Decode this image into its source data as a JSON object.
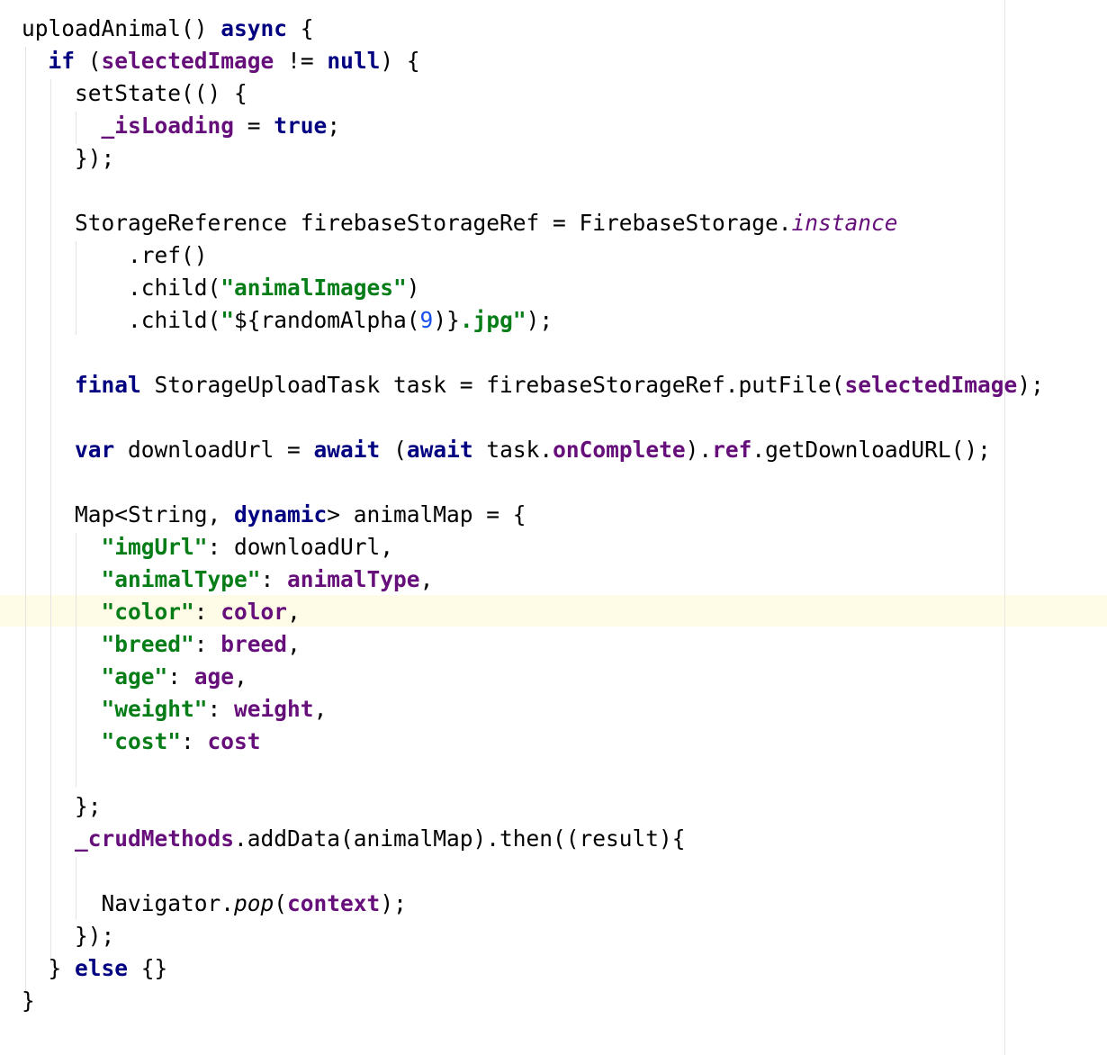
{
  "editor": {
    "lines": [
      [
        {
          "t": "uploadAnimal() "
        },
        {
          "t": "async",
          "c": "kw"
        },
        {
          "t": " {"
        }
      ],
      [
        {
          "t": "  "
        },
        {
          "t": "if",
          "c": "kw"
        },
        {
          "t": " ("
        },
        {
          "t": "selectedImage",
          "c": "fld"
        },
        {
          "t": " != "
        },
        {
          "t": "null",
          "c": "kw"
        },
        {
          "t": ") {"
        }
      ],
      [
        {
          "t": "    setState(() {"
        }
      ],
      [
        {
          "t": "      "
        },
        {
          "t": "_isLoading",
          "c": "fld"
        },
        {
          "t": " = "
        },
        {
          "t": "true",
          "c": "kw"
        },
        {
          "t": ";"
        }
      ],
      [
        {
          "t": "    });"
        }
      ],
      [],
      [
        {
          "t": "    StorageReference firebaseStorageRef = FirebaseStorage."
        },
        {
          "t": "instance",
          "c": "it"
        }
      ],
      [
        {
          "t": "        .ref()"
        }
      ],
      [
        {
          "t": "        .child("
        },
        {
          "t": "\"animalImages\"",
          "c": "str"
        },
        {
          "t": ")"
        }
      ],
      [
        {
          "t": "        .child("
        },
        {
          "t": "\"",
          "c": "str"
        },
        {
          "t": "${randomAlpha("
        },
        {
          "t": "9",
          "c": "num"
        },
        {
          "t": ")}"
        },
        {
          "t": ".jpg\"",
          "c": "str"
        },
        {
          "t": ");"
        }
      ],
      [],
      [
        {
          "t": "    "
        },
        {
          "t": "final",
          "c": "kw"
        },
        {
          "t": " StorageUploadTask task = firebaseStorageRef.putFile("
        },
        {
          "t": "selectedImage",
          "c": "fld"
        },
        {
          "t": ");"
        }
      ],
      [],
      [
        {
          "t": "    "
        },
        {
          "t": "var",
          "c": "kw"
        },
        {
          "t": " downloadUrl = "
        },
        {
          "t": "await",
          "c": "kw"
        },
        {
          "t": " ("
        },
        {
          "t": "await",
          "c": "kw"
        },
        {
          "t": " task."
        },
        {
          "t": "onComplete",
          "c": "fld"
        },
        {
          "t": ")."
        },
        {
          "t": "ref",
          "c": "fld"
        },
        {
          "t": ".getDownloadURL();"
        }
      ],
      [],
      [
        {
          "t": "    Map<String, "
        },
        {
          "t": "dynamic",
          "c": "kw"
        },
        {
          "t": "> animalMap = {"
        }
      ],
      [
        {
          "t": "      "
        },
        {
          "t": "\"imgUrl\"",
          "c": "str"
        },
        {
          "t": ": downloadUrl,"
        }
      ],
      [
        {
          "t": "      "
        },
        {
          "t": "\"animalType\"",
          "c": "str"
        },
        {
          "t": ": "
        },
        {
          "t": "animalType",
          "c": "fld"
        },
        {
          "t": ","
        }
      ],
      [
        {
          "t": "      "
        },
        {
          "t": "\"color\"",
          "c": "str"
        },
        {
          "t": ": "
        },
        {
          "t": "color",
          "c": "fld"
        },
        {
          "t": ","
        }
      ],
      [
        {
          "t": "      "
        },
        {
          "t": "\"breed\"",
          "c": "str"
        },
        {
          "t": ": "
        },
        {
          "t": "breed",
          "c": "fld"
        },
        {
          "t": ","
        }
      ],
      [
        {
          "t": "      "
        },
        {
          "t": "\"age\"",
          "c": "str"
        },
        {
          "t": ": "
        },
        {
          "t": "age",
          "c": "fld"
        },
        {
          "t": ","
        }
      ],
      [
        {
          "t": "      "
        },
        {
          "t": "\"weight\"",
          "c": "str"
        },
        {
          "t": ": "
        },
        {
          "t": "weight",
          "c": "fld"
        },
        {
          "t": ","
        }
      ],
      [
        {
          "t": "      "
        },
        {
          "t": "\"cost\"",
          "c": "str"
        },
        {
          "t": ": "
        },
        {
          "t": "cost",
          "c": "fld"
        }
      ],
      [],
      [
        {
          "t": "    };"
        }
      ],
      [
        {
          "t": "    "
        },
        {
          "t": "_crudMethods",
          "c": "fld"
        },
        {
          "t": ".addData(animalMap).then((result){"
        }
      ],
      [],
      [
        {
          "t": "      Navigator."
        },
        {
          "t": "pop",
          "c": "sm"
        },
        {
          "t": "("
        },
        {
          "t": "context",
          "c": "fld"
        },
        {
          "t": ");"
        }
      ],
      [
        {
          "t": "    });"
        }
      ],
      [
        {
          "t": "  } "
        },
        {
          "t": "else",
          "c": "kw"
        },
        {
          "t": " {}"
        }
      ],
      [
        {
          "t": "}"
        }
      ]
    ]
  },
  "colors": {
    "keyword": "#000080",
    "field": "#660e7a",
    "string": "#067d17",
    "number": "#1750eb",
    "caret_row": "#fefbe6",
    "guide": "#e3e3e3"
  }
}
